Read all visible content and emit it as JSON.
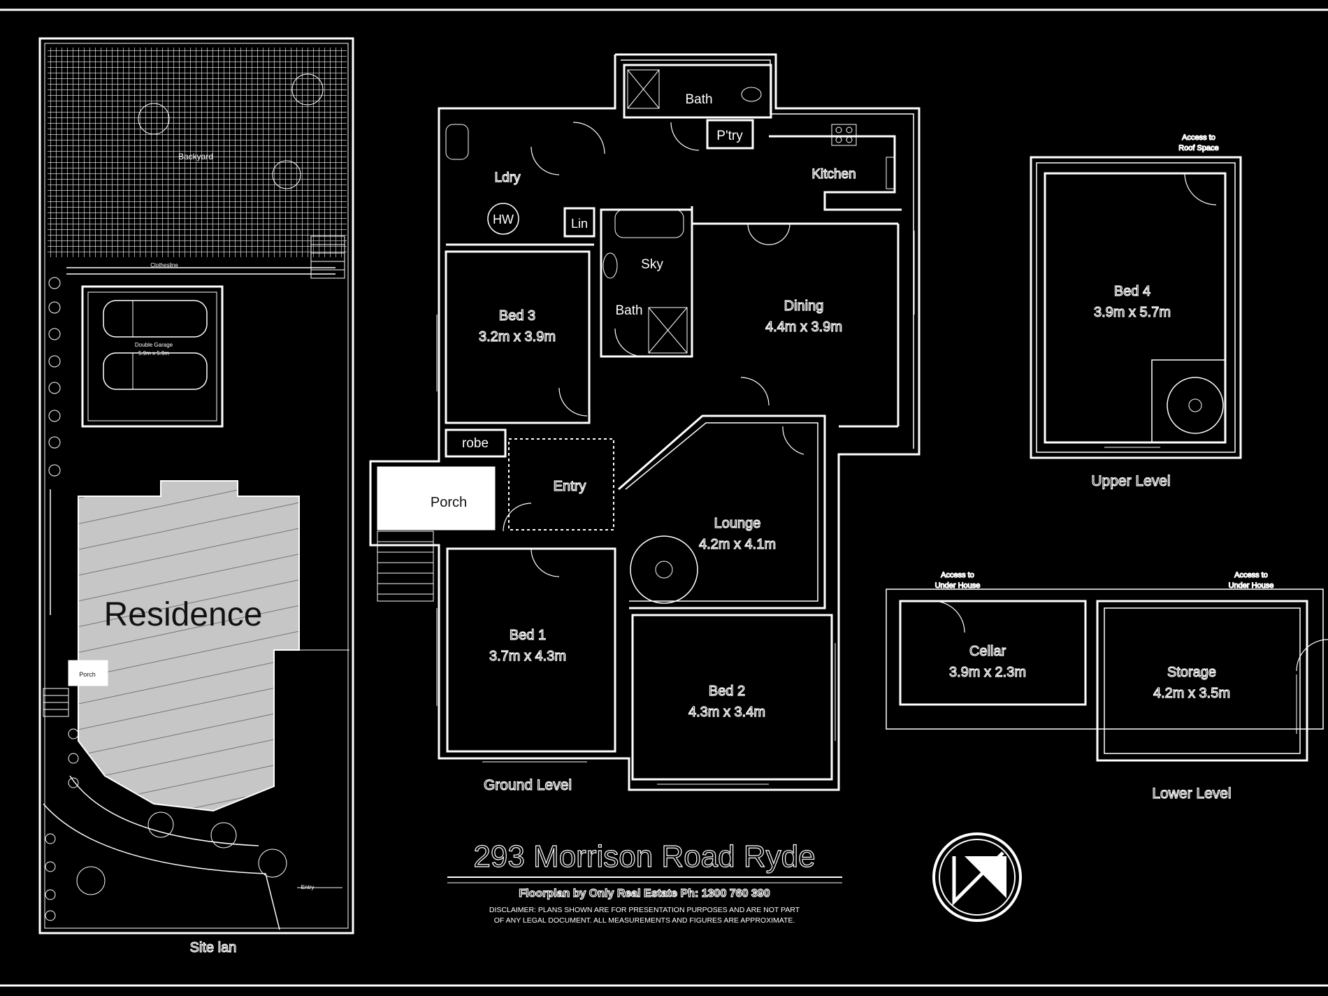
{
  "address_title": "293 Morrison Road Ryde",
  "credit_line": "Floorplan by Only Real Estate Ph: 1300 760 390",
  "disclaimer": {
    "line1": "DISCLAIMER:  PLANS SHOWN ARE FOR PRESENTATION PURPOSES AND ARE NOT PART",
    "line2": "OF ANY LEGAL DOCUMENT.  ALL MEASUREMENTS AND FIGURES ARE APPROXIMATE."
  },
  "compass": {
    "letter": "N"
  },
  "site_plan": {
    "caption": "Site lan",
    "backyard": "Backyard",
    "clothesline": "Clothesline",
    "garage_line1": "Double Garage",
    "garage_line2": "5.9m x 5.9m",
    "residence": "Residence",
    "porch": "Porch",
    "entry": "Entry"
  },
  "ground_level": {
    "caption": "Ground Level",
    "rooms": {
      "bath_top": "Bath",
      "pantry": "P'try",
      "kitchen": "Kitchen",
      "laundry": "Ldry",
      "hw": "HW",
      "linen": "Lin",
      "sky": "Sky",
      "bath_mid": "Bath",
      "bed3_name": "Bed 3",
      "bed3_size": "3.2m x 3.9m",
      "dining_name": "Dining",
      "dining_size": "4.4m x 3.9m",
      "robe": "robe",
      "porch": "Porch",
      "entry": "Entry",
      "lounge_name": "Lounge",
      "lounge_size": "4.2m x 4.1m",
      "bed1_name": "Bed 1",
      "bed1_size": "3.7m x 4.3m",
      "bed2_name": "Bed 2",
      "bed2_size": "4.3m x 3.4m"
    }
  },
  "upper_level": {
    "caption": "Upper Level",
    "access_line1": "Access to",
    "access_line2": "Roof Space",
    "bed4_name": "Bed 4",
    "bed4_size": "3.9m x 5.7m"
  },
  "lower_level": {
    "caption": "Lower Level",
    "access_left_line1": "Access to",
    "access_left_line2": "Under House",
    "access_right_line1": "Access to",
    "access_right_line2": "Under House",
    "cellar_name": "Cellar",
    "cellar_size": "3.9m x 2.3m",
    "storage_name": "Storage",
    "storage_size": "4.2m x 3.5m"
  }
}
